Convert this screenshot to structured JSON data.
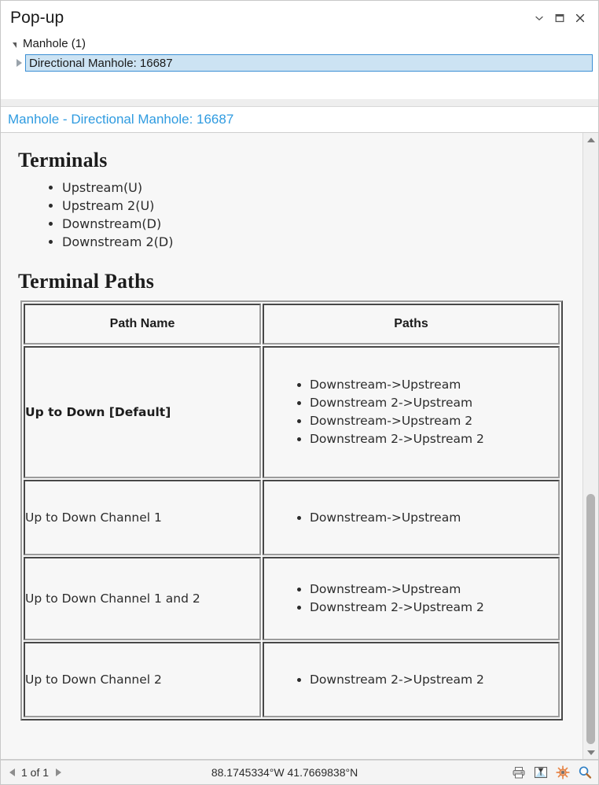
{
  "window": {
    "title": "Pop-up",
    "controls": [
      {
        "name": "chevron-down-icon",
        "label": "⌄"
      },
      {
        "name": "maximize-icon",
        "label": "□"
      },
      {
        "name": "close-icon",
        "label": "✕"
      }
    ]
  },
  "tree": {
    "group": {
      "label": "Manhole (1)",
      "expanded": true
    },
    "child": {
      "label": "Directional Manhole: 16687",
      "expanded": false,
      "selected": true
    },
    "selection_fill": "#cce3f3",
    "selection_border": "#3b8fd4"
  },
  "linkbar": {
    "link_text": "Manhole - Directional Manhole: 16687",
    "link_color": "#2f9be0"
  },
  "content": {
    "terminals_heading": "Terminals",
    "terminals": [
      "Upstream(U)",
      "Upstream 2(U)",
      "Downstream(D)",
      "Downstream 2(D)"
    ],
    "terminal_paths_heading": "Terminal Paths",
    "table": {
      "columns": [
        "Path Name",
        "Paths"
      ],
      "rows": [
        {
          "path_name": "Up to Down [Default]",
          "bold": true,
          "paths": [
            "Downstream->Upstream",
            "Downstream 2->Upstream",
            "Downstream->Upstream 2",
            "Downstream 2->Upstream 2"
          ]
        },
        {
          "path_name": "Up to Down Channel 1",
          "bold": false,
          "paths": [
            "Downstream->Upstream"
          ]
        },
        {
          "path_name": "Up to Down Channel 1 and 2",
          "bold": false,
          "paths": [
            "Downstream->Upstream",
            "Downstream 2->Upstream 2"
          ]
        },
        {
          "path_name": "Up to Down Channel 2",
          "bold": false,
          "paths": [
            "Downstream 2->Upstream 2"
          ]
        }
      ]
    }
  },
  "statusbar": {
    "pager": "1 of 1",
    "coordinates": "88.1745334°W 41.7669838°N",
    "icons": [
      {
        "name": "print-icon"
      },
      {
        "name": "select-map-icon"
      },
      {
        "name": "flash-feature-icon"
      },
      {
        "name": "zoom-to-icon"
      }
    ]
  }
}
